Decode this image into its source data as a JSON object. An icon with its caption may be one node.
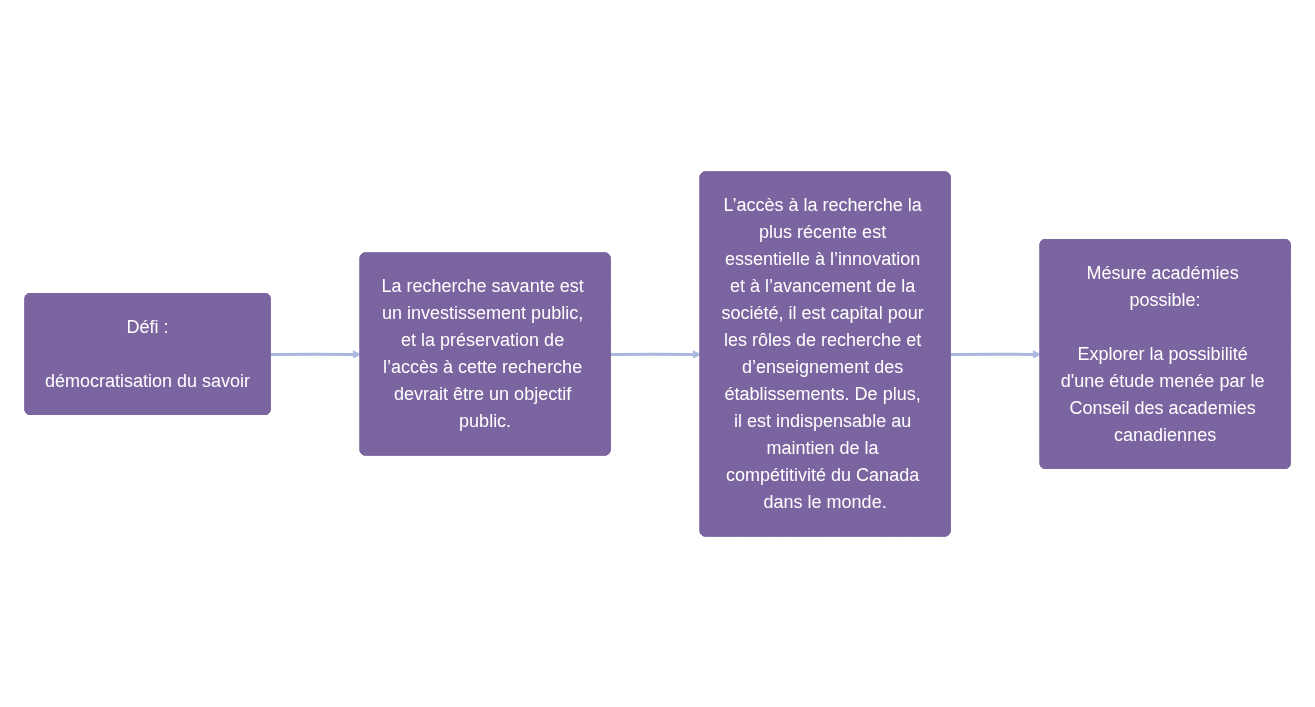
{
  "diagram": {
    "nodes": [
      {
        "text": [
          "Défi :",
          "démocratisation du savoir"
        ]
      },
      {
        "text": [
          "La recherche savante est un investissement public, et la préservation de l’accès à cette recherche devrait être un objectif public."
        ]
      },
      {
        "text": [
          "L’accès à la recherche la plus récente est essentielle à l’innovation et à l’avancement de la société, il est capital pour les rôles de recherche et d’enseignement des établissements. De plus, il est indispensable au maintien de la compétitivité du Canada dans le monde."
        ]
      },
      {
        "text": [
          "Mésure académies possible:",
          "Explorer la possibilité d'une étude menée par le Conseil des academies canadiennes"
        ]
      }
    ],
    "edges": [
      {
        "from": 0,
        "to": 1,
        "arrow": "to"
      },
      {
        "from": 1,
        "to": 2,
        "arrow": "to"
      },
      {
        "from": 2,
        "to": 3,
        "arrow": "to"
      }
    ]
  }
}
